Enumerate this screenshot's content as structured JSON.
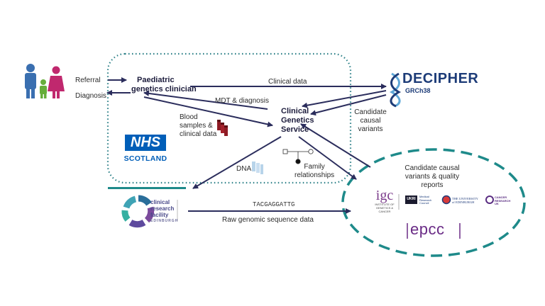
{
  "labels": {
    "referral": "Referral",
    "diagnosis": "Diagnosis",
    "paediatric_clinician_line1": "Paediatric",
    "paediatric_clinician_line2": "genetics clinician",
    "clinical_data": "Clinical data",
    "mdt_diagnosis": "MDT & diagnosis",
    "clinical_genetics_line1": "Clinical",
    "clinical_genetics_line2": "Genetics",
    "clinical_genetics_line3": "Service",
    "blood_line1": "Blood",
    "blood_line2": "samples &",
    "blood_line3": "clinical data",
    "candidate_line1": "Candidate",
    "candidate_line2": "causal",
    "candidate_line3": "variants",
    "dna": "DNA",
    "family_line1": "Family",
    "family_line2": "relationships",
    "candidate_quality_line1": "Candidate causal",
    "candidate_quality_line2": "variants & quality",
    "candidate_quality_line3": "reports",
    "sequence": "TACGAGGATTG",
    "raw_genomic": "Raw genomic sequence data"
  },
  "logos": {
    "nhs": "NHS",
    "scotland": "SCOTLAND",
    "decipher": "DECIPHER",
    "grch38": "GRCh38",
    "crf_line1": "clinical",
    "crf_line2": "research",
    "crf_line3": "facility",
    "crf_line4": "EDINBURGH",
    "igc": "igc",
    "igc_sub1": "INSTITUTE OF",
    "igc_sub2": "GENETICS & CANCER",
    "mrc_ukri": "UKRI",
    "mrc_line1": "Medical",
    "mrc_line2": "Research",
    "mrc_line3": "Council",
    "uoe_line1": "THE UNIVERSITY",
    "uoe_line2": "of EDINBURGH",
    "cruk_line1": "CANCER",
    "cruk_line2": "RESEARCH",
    "cruk_line3": "UK",
    "epcc": "epcc"
  },
  "colors": {
    "arrow": "#2b2d5c",
    "nhs_blue": "#005eb8",
    "decipher_navy": "#1d3c78",
    "teal": "#1e8a8a",
    "dotted_box": "#2a7f86",
    "epcc_purple": "#6a2b86"
  }
}
